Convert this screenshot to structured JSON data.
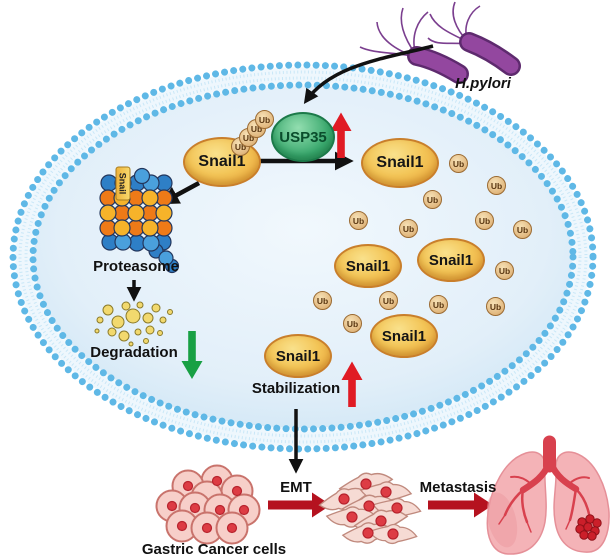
{
  "labels": {
    "h_pylori": "H.pylori",
    "usp35": "USP35",
    "snail1": "Snail1",
    "ub": "Ub",
    "snail_tag": "Snail",
    "proteasome": "Proteasome",
    "degradation": "Degradation",
    "stabilization": "Stabilization",
    "emt": "EMT",
    "metastasis": "Metastasis",
    "gastric_cancer_cells": "Gastric Cancer cells"
  },
  "colors": {
    "membrane_bead": "#5fb8e6",
    "cytoplasm": "#ddecf8",
    "snail1_fill": "#f3c557",
    "snail1_border": "#c97f2b",
    "usp35_fill": "#3aa96e",
    "usp35_text": "#0a4d2c",
    "ub_fill": "#e3bb83",
    "up_arrow_red": "#e01b24",
    "process_arrow_red": "#b5121f",
    "degradation_green": "#18a044",
    "bacteria_purple": "#8d4398",
    "proteasome_orange": "#ee7a17",
    "proteasome_yellow": "#f6b32a",
    "proteasome_blue": "#2e7fc6",
    "cancer_cell_pink": "#f7cfc9",
    "nucleus_red": "#dd3c44",
    "lung_pink": "#f3b0b4",
    "vessel_red": "#d8414e",
    "text_black": "#111111"
  }
}
